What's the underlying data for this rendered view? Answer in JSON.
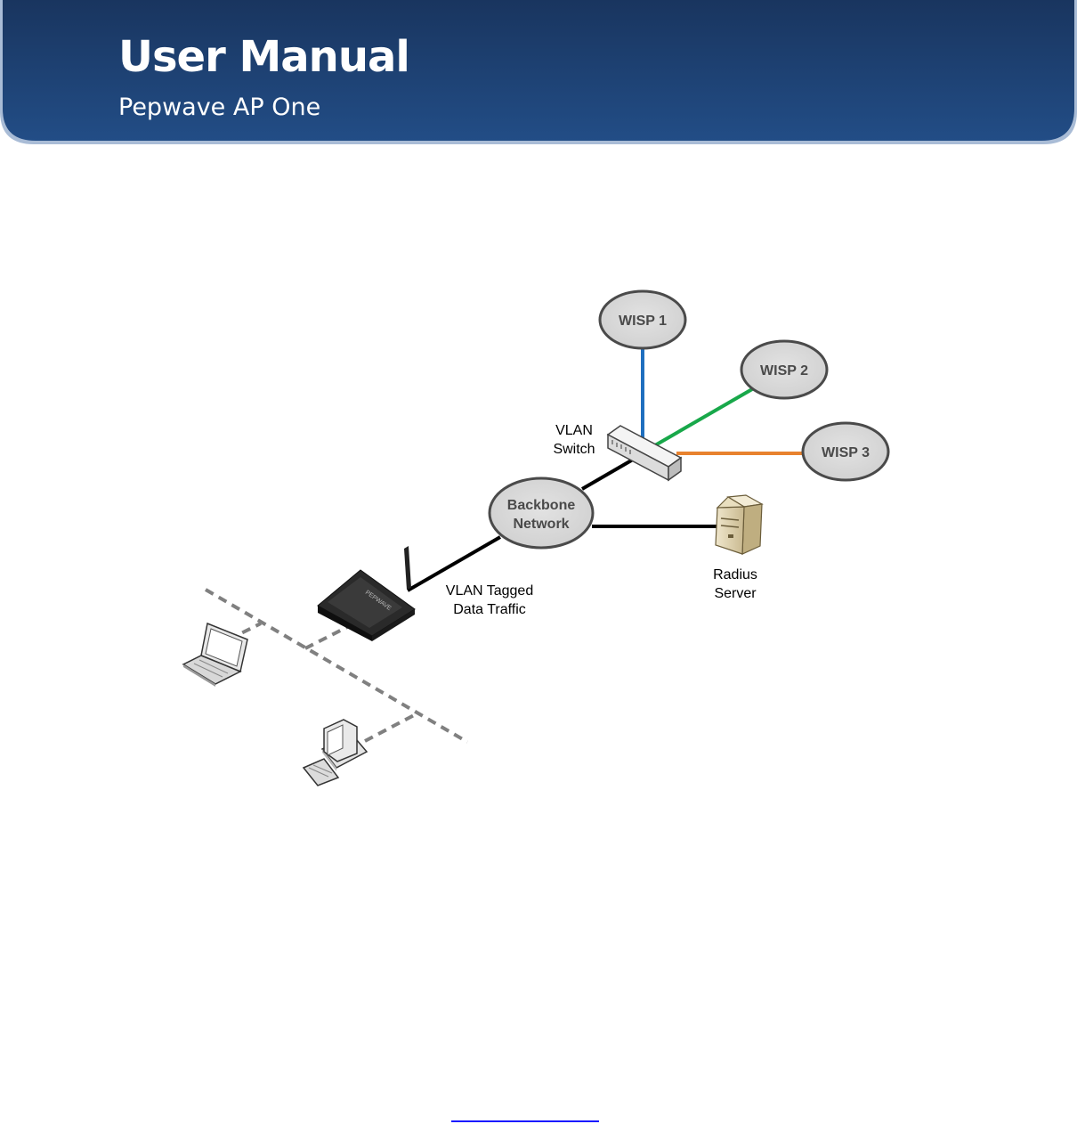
{
  "header": {
    "title": "User Manual",
    "subtitle": "Pepwave AP One",
    "colors": {
      "banner_top": "#1c3a66",
      "banner_bottom": "#1e4a82",
      "banner_edge": "#9fb4d2"
    }
  },
  "diagram": {
    "nodes": {
      "wisp1": "WISP 1",
      "wisp2": "WISP 2",
      "wisp3": "WISP 3",
      "backbone_line1": "Backbone",
      "backbone_line2": "Network"
    },
    "labels": {
      "vlan_switch_line1": "VLAN",
      "vlan_switch_line2": "Switch",
      "radius_line1": "Radius",
      "radius_line2": "Server",
      "traffic_line1": "VLAN Tagged",
      "traffic_line2": "Data Traffic"
    },
    "link_colors": {
      "wisp1": "#1f6fbf",
      "wisp2": "#18a84a",
      "wisp3": "#e8822e",
      "backbone": "#000000",
      "wireless": "#808080"
    }
  }
}
